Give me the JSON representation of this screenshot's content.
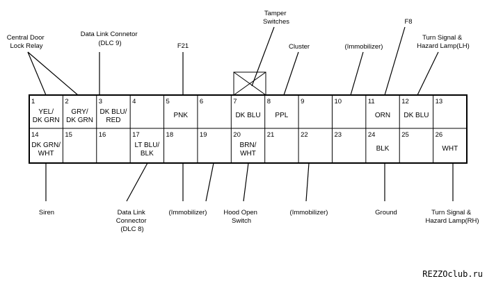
{
  "connector": {
    "top_row": [
      {
        "num": "1",
        "color": [
          "YEL/",
          "DK GRN"
        ]
      },
      {
        "num": "2",
        "color": [
          "GRY/",
          "DK GRN"
        ]
      },
      {
        "num": "3",
        "color": [
          "DK BLU/",
          "RED"
        ]
      },
      {
        "num": "4",
        "color": []
      },
      {
        "num": "5",
        "color": [
          "PNK"
        ]
      },
      {
        "num": "6",
        "color": []
      },
      {
        "num": "7",
        "color": [
          "DK BLU"
        ]
      },
      {
        "num": "8",
        "color": [
          "PPL"
        ]
      },
      {
        "num": "9",
        "color": []
      },
      {
        "num": "10",
        "color": []
      },
      {
        "num": "11",
        "color": [
          "ORN"
        ]
      },
      {
        "num": "12",
        "color": [
          "DK BLU"
        ]
      },
      {
        "num": "13",
        "color": []
      }
    ],
    "bottom_row": [
      {
        "num": "14",
        "color": [
          "DK GRN/",
          "WHT"
        ]
      },
      {
        "num": "15",
        "color": []
      },
      {
        "num": "16",
        "color": []
      },
      {
        "num": "17",
        "color": [
          "LT BLU/",
          "BLK"
        ]
      },
      {
        "num": "18",
        "color": []
      },
      {
        "num": "19",
        "color": []
      },
      {
        "num": "20",
        "color": [
          "BRN/",
          "WHT"
        ]
      },
      {
        "num": "21",
        "color": []
      },
      {
        "num": "22",
        "color": []
      },
      {
        "num": "23",
        "color": []
      },
      {
        "num": "24",
        "color": [
          "BLK"
        ]
      },
      {
        "num": "25",
        "color": []
      },
      {
        "num": "26",
        "color": [
          "WHT"
        ]
      }
    ]
  },
  "labels_top": {
    "central_door_lock": [
      "Central Door",
      "Lock Relay"
    ],
    "dlc9": [
      "Data Link Connetor",
      "(DLC 9)"
    ],
    "f21": [
      "F21"
    ],
    "tamper": [
      "Tamper",
      "Switches"
    ],
    "cluster": [
      "Cluster"
    ],
    "immobilizer_top": [
      "(Immobilizer)"
    ],
    "f8": [
      "F8"
    ],
    "turn_lh": [
      "Turn Signal &",
      "Hazard Lamp(LH)"
    ]
  },
  "labels_bottom": {
    "siren": [
      "Siren"
    ],
    "dlc8": [
      "Data Link",
      "Connector",
      "(DLC 8)"
    ],
    "immobilizer_18": [
      "(Immobilizer)"
    ],
    "hood": [
      "Hood Open",
      "Switch"
    ],
    "immobilizer_22": [
      "(Immobilizer)"
    ],
    "ground": [
      "Ground"
    ],
    "turn_rh": [
      "Turn Signal &",
      "Hazard Lamp(RH)"
    ]
  },
  "watermark": "REZZOclub.ru"
}
